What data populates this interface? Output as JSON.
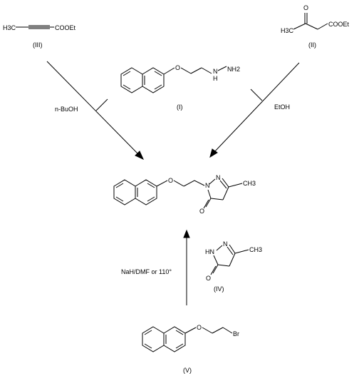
{
  "compounds": {
    "III": {
      "atoms": {
        "ch3": "H3C",
        "ester": "COOEt"
      },
      "label": "(III)"
    },
    "II": {
      "atoms": {
        "o": "O",
        "ch3": "H3C",
        "ester": "COOEt"
      },
      "label": "(II)"
    },
    "I": {
      "atoms": {
        "o": "O",
        "nh": "H",
        "n": "N",
        "nh2": "NH2"
      },
      "label": "(I)"
    },
    "product": {
      "atoms": {
        "o_ether": "O",
        "n1": "N",
        "n2": "N",
        "ch3": "CH3",
        "carbonyl_o": "O"
      }
    },
    "IV": {
      "atoms": {
        "hn": "HN",
        "n": "N",
        "ch3": "CH3",
        "o": "O"
      },
      "label": "(IV)"
    },
    "V": {
      "atoms": {
        "o": "O",
        "br": "Br"
      },
      "label": "(V)"
    }
  },
  "conditions": {
    "left": "n-BuOH",
    "right": "EtOH",
    "bottom": "NaH/DMF or 110°"
  }
}
